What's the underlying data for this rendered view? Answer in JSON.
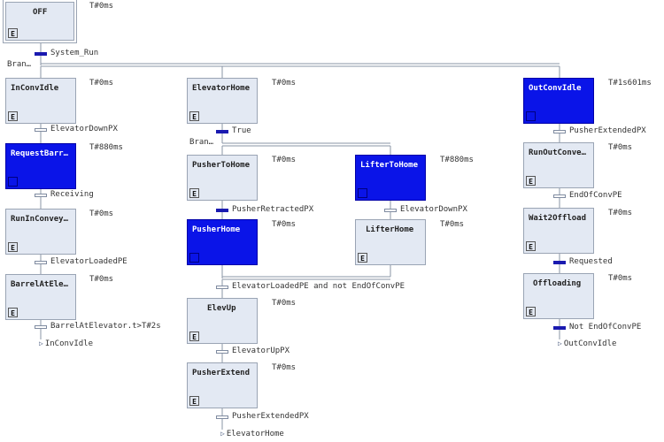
{
  "steps": {
    "off": {
      "name": "OFF",
      "time": "T#0ms",
      "marker": "E"
    },
    "inconvidle": {
      "name": "InConvIdle",
      "time": "T#0ms",
      "marker": "E"
    },
    "requestbarrel": {
      "name": "RequestBarr…",
      "time": "T#880ms",
      "marker": "E"
    },
    "runinconveyor": {
      "name": "RunInConvey…",
      "time": "T#0ms",
      "marker": "E"
    },
    "barrelatelevator": {
      "name": "BarrelAtEle…",
      "time": "T#0ms",
      "marker": "E"
    },
    "elevatorhome": {
      "name": "ElevatorHome",
      "time": "T#0ms",
      "marker": "E"
    },
    "pushertohome": {
      "name": "PusherToHome",
      "time": "T#0ms",
      "marker": "E"
    },
    "pusherhome": {
      "name": "PusherHome",
      "time": "T#0ms",
      "marker": "E"
    },
    "liftertohome": {
      "name": "LifterToHome",
      "time": "T#880ms",
      "marker": "E"
    },
    "lifterhome": {
      "name": "LifterHome",
      "time": "T#0ms",
      "marker": "E"
    },
    "elevup": {
      "name": "ElevUp",
      "time": "T#0ms",
      "marker": "E"
    },
    "pusherextend": {
      "name": "PusherExtend",
      "time": "T#0ms",
      "marker": "E"
    },
    "outconvidle": {
      "name": "OutConvIdle",
      "time": "T#1s601ms",
      "marker": "E"
    },
    "runoutconveyor": {
      "name": "RunOutConve…",
      "time": "T#0ms",
      "marker": "E"
    },
    "wait2offload": {
      "name": "Wait2Offload",
      "time": "T#0ms",
      "marker": "E"
    },
    "offloading": {
      "name": "Offloading",
      "time": "T#0ms",
      "marker": "E"
    }
  },
  "transitions": {
    "system_run": "System_Run",
    "elevatordownpx_1": "ElevatorDownPX",
    "receiving": "Receiving",
    "elevatorloadedpe": "ElevatorLoadedPE",
    "barrel_timer": "BarrelAtElevator.t>T#2s",
    "true_cond": "True",
    "pusherretractedpx": "PusherRetractedPX",
    "elevatordownpx_2": "ElevatorDownPX",
    "loaded_not_end": "ElevatorLoadedPE  and not EndOfConvPE",
    "elevatoruppx": "ElevatorUpPX",
    "pusherextendedpx_1": "PusherExtendedPX",
    "pusherextendedpx_2": "PusherExtendedPX",
    "endofconvpe": "EndOfConvPE",
    "requested": "Requested",
    "not_endofconvpe": "Not EndOfConvPE"
  },
  "jumps": {
    "to_inconvidle": "InConvIdle",
    "to_elevatorhome": "ElevatorHome",
    "to_outconvidle": "OutConvIdle"
  },
  "branches": {
    "main": "Bran…",
    "elevator": "Bran…"
  },
  "colors": {
    "active_step": "#0a14e8",
    "inactive_step": "#e3e9f3",
    "active_transition": "#1a1ab0"
  }
}
